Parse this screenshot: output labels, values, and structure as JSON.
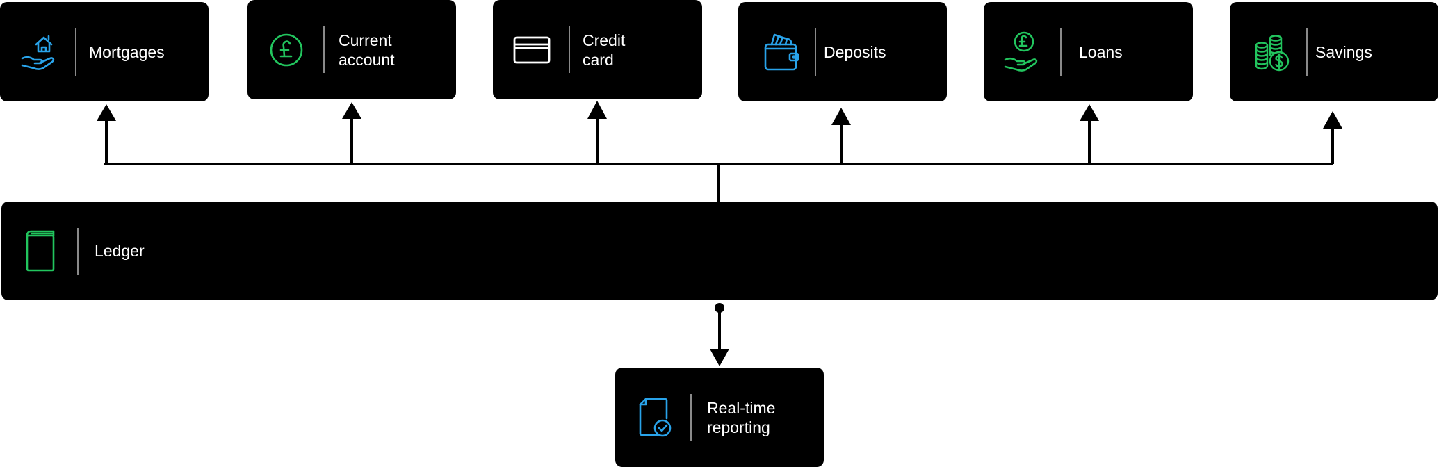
{
  "colors": {
    "card": "#000000",
    "text": "#ffffff",
    "line": "#000000",
    "icon_blue": "#29a3ea",
    "icon_green": "#22c55e",
    "icon_white": "#ffffff"
  },
  "products": [
    {
      "id": "mortgages",
      "label": "Mortgages",
      "icon": "house-in-hand-icon"
    },
    {
      "id": "current-account",
      "label": "Current\naccount",
      "icon": "pound-coin-icon"
    },
    {
      "id": "credit-card",
      "label": "Credit\ncard",
      "icon": "credit-card-icon"
    },
    {
      "id": "deposits",
      "label": "Deposits",
      "icon": "wallet-icon"
    },
    {
      "id": "loans",
      "label": "Loans",
      "icon": "pound-in-hand-icon"
    },
    {
      "id": "savings",
      "label": "Savings",
      "icon": "coin-stacks-icon"
    }
  ],
  "ledger": {
    "label": "Ledger",
    "icon": "book-icon"
  },
  "reporting": {
    "label": "Real-time\nreporting",
    "icon": "document-check-icon"
  }
}
